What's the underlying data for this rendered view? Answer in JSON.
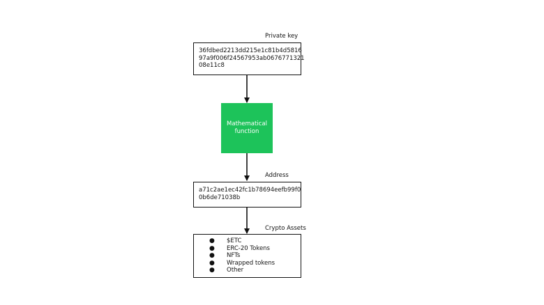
{
  "private_key": {
    "label": "Private key",
    "lines": [
      "36fdbed2213dd215e1c81b4d5816",
      "97a9f006f24567953ab0676771321",
      "08e11c8"
    ]
  },
  "function_box": {
    "lines": [
      "Mathematical",
      "function"
    ],
    "color": "#1dc35a"
  },
  "address": {
    "label": "Address",
    "lines": [
      "a71c2ae1ec42fc1b78694eefb99f0",
      "0b6de71038b"
    ]
  },
  "crypto_assets": {
    "label": "Crypto Assets",
    "items": [
      "$ETC",
      "ERC-20 Tokens",
      "NFTs",
      "Wrapped tokens",
      "Other"
    ]
  }
}
